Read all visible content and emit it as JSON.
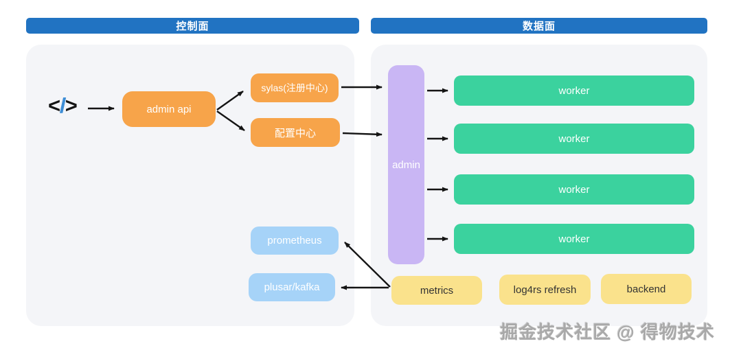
{
  "panels": {
    "control": {
      "header": "控制面",
      "code_icon": {
        "left": "<",
        "slash": "/",
        "right": ">"
      },
      "nodes": {
        "admin_api": "admin api",
        "sylas": "sylas(注册中心)",
        "config_center": "配置中心",
        "prometheus": "prometheus",
        "pulsar_kafka": "plusar/kafka"
      }
    },
    "data": {
      "header": "数据面",
      "nodes": {
        "admin": "admin",
        "workers": [
          "worker",
          "worker",
          "worker",
          "worker"
        ],
        "metrics": "metrics",
        "log4rs_refresh": "log4rs refresh",
        "backend": "backend"
      }
    }
  },
  "watermark": "掘金技术社区 @ 得物技术",
  "colors": {
    "header_blue": "#2173c2",
    "node_orange": "#f7a44a",
    "node_green": "#3bd29e",
    "node_purple": "#c9b6f4",
    "node_light_blue": "#a6d3f8",
    "node_yellow": "#fae28c",
    "panel_background": "#f4f5f8",
    "arrow_black": "#141414",
    "code_icon_slash_blue": "#3e8ed6"
  }
}
